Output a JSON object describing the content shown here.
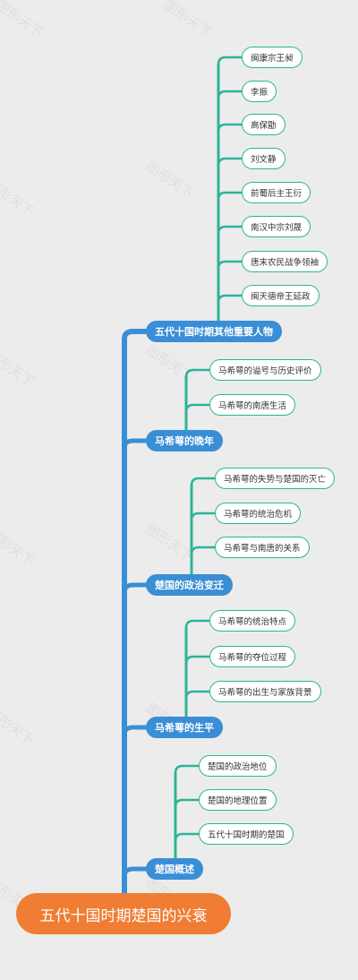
{
  "root": {
    "label": "五代十国时期楚国的兴衰"
  },
  "watermark": "图形天下",
  "colors": {
    "root": "#f07d33",
    "branch": "#3a8ed6",
    "leaf_border": "#2bb597",
    "trunk": "#3a8ed6",
    "background": "#ececec"
  },
  "branches": [
    {
      "label": "五代十国时期其他重要人物",
      "children": [
        "闽康宗王昶",
        "李振",
        "高保勖",
        "刘文静",
        "前蜀后主王衍",
        "南汉中宗刘晟",
        "唐末农民战争领袖",
        "闽天德帝王延政"
      ]
    },
    {
      "label": "马希萼的晚年",
      "children": [
        "马希萼的谥号与历史评价",
        "马希萼的南唐生活"
      ]
    },
    {
      "label": "楚国的政治变迁",
      "children": [
        "马希萼的失势与楚国的灭亡",
        "马希萼的统治危机",
        "马希萼与南唐的关系"
      ]
    },
    {
      "label": "马希萼的生平",
      "children": [
        "马希萼的统治特点",
        "马希萼的夺位过程",
        "马希萼的出生与家族背景"
      ]
    },
    {
      "label": "楚国概述",
      "children": [
        "楚国的政治地位",
        "楚国的地理位置",
        "五代十国时期的楚国"
      ]
    }
  ]
}
